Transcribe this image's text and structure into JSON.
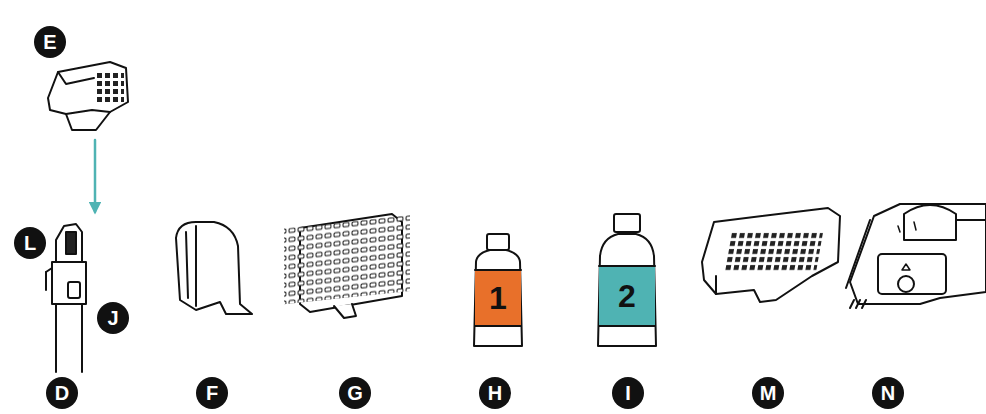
{
  "diagram": {
    "labels": [
      "E",
      "L",
      "J",
      "1",
      "2",
      "D",
      "F",
      "G",
      "H",
      "I",
      "M",
      "N"
    ]
  }
}
